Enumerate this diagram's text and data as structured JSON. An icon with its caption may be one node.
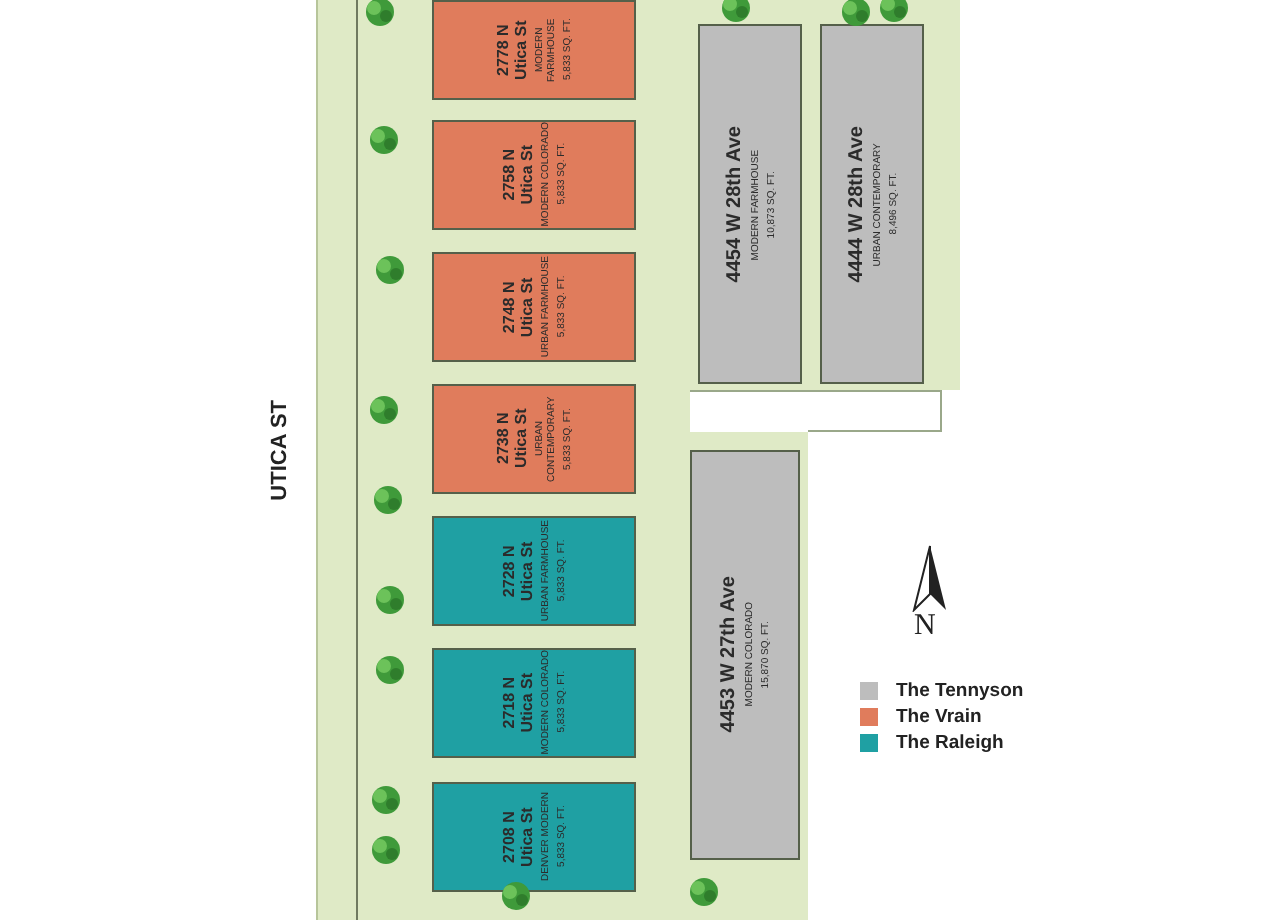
{
  "diagram": {
    "nodes": [
      {
        "text": [
          "2778 N Utica St",
          "MODERN FARMHOUSE",
          "5,833 SQ. FT."
        ]
      },
      {
        "text": [
          "2758 N Utica St",
          "MODERN COLORADO",
          "5,833 SQ. FT."
        ]
      },
      {
        "text": [
          "2748 N Utica St",
          "URBAN FARMHOUSE",
          "5,833 SQ. FT."
        ]
      },
      {
        "text": [
          "2738 N Utica St",
          "URBAN CONTEMPORARY",
          "5,833 SQ. FT."
        ]
      },
      {
        "text": [
          "2728 N Utica St",
          "URBAN FARMHOUSE",
          "5,833 SQ. FT."
        ]
      },
      {
        "text": [
          "2718 N Utica St",
          "MODERN COLORADO",
          "5,833 SQ. FT."
        ]
      },
      {
        "text": [
          "2708 N Utica St",
          "DENVER MODERN",
          "5,833 SQ. FT."
        ]
      },
      {
        "text": [
          "4454 W 28th Ave",
          "MODERN FARMHOUSE",
          "10,873 SQ. FT."
        ]
      },
      {
        "text": [
          "4444 W 28th Ave",
          "URBAN CONTEMPORARY",
          "8,496 SQ. FT."
        ]
      },
      {
        "text": [
          "4453 W 27th Ave",
          "MODERN COLORADO",
          "15,870 SQ. FT."
        ]
      }
    ],
    "labels": [
      "UTICA ST",
      "N"
    ],
    "legend": [
      {
        "text": "The Tennyson",
        "color": "#bdbdbd"
      },
      {
        "text": "The Vrain",
        "color": "#e07c5c"
      },
      {
        "text": "The Raleigh",
        "color": "#1fa0a3"
      }
    ]
  }
}
